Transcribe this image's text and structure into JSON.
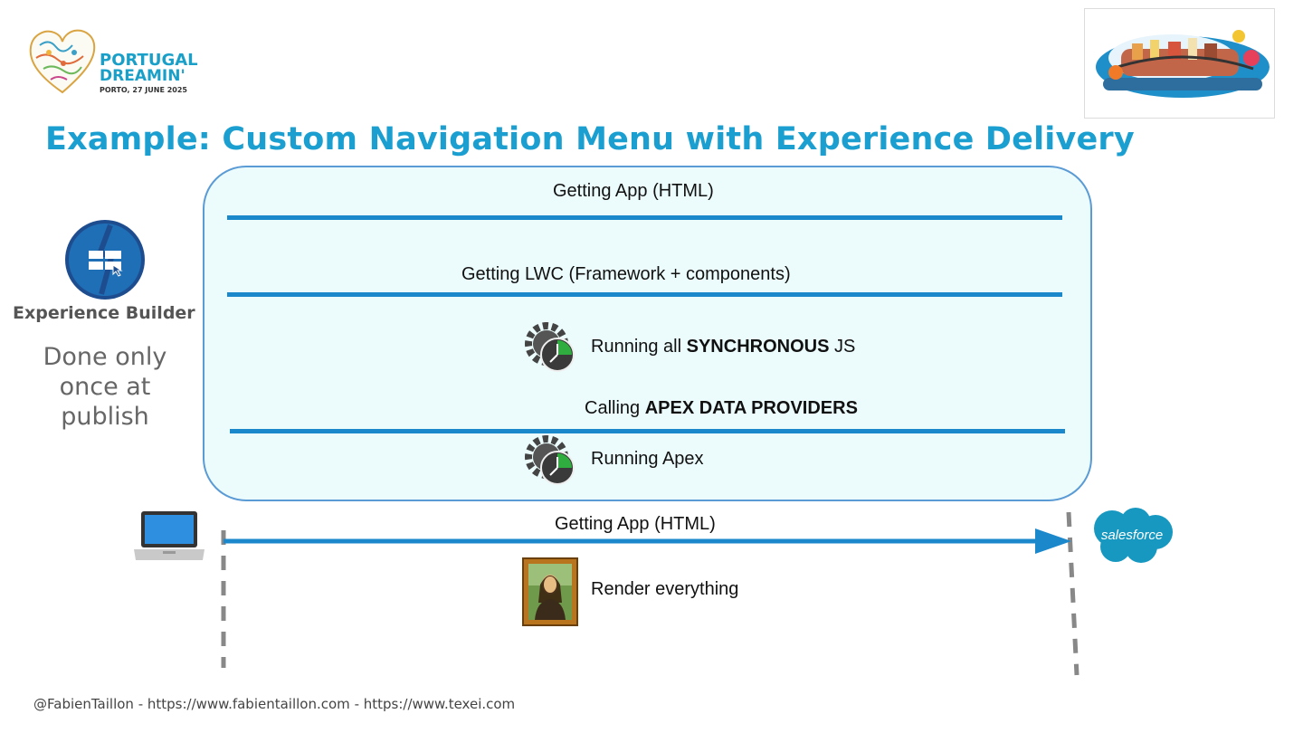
{
  "logo": {
    "line1": "PORTUGAL",
    "line2": "DREAMIN'",
    "date": "PORTO, 27 JUNE 2025"
  },
  "title": "Example: Custom Navigation Menu with Experience Delivery",
  "left": {
    "builder_label": "Experience Builder",
    "note": "Done only once at publish"
  },
  "steps": {
    "get_app_html": "Getting App (HTML)",
    "get_lwc": "Getting LWC (Framework + components)",
    "run_sync_prefix": "Running all ",
    "run_sync_bold": "SYNCHRONOUS",
    "run_sync_suffix": " JS",
    "call_apex_prefix": "Calling ",
    "call_apex_bold": "APEX DATA PROVIDERS",
    "run_apex": "Running Apex",
    "client_get_app": "Getting App (HTML)",
    "render": "Render everything"
  },
  "salesforce_label": "salesforce",
  "footer": "@FabienTaillon - https://www.fabientaillon.com - https://www.texei.com",
  "colors": {
    "title": "#1a9fd0",
    "line": "#1b88cc",
    "panel_border": "#5b9bd5",
    "panel_fill": "#ecfcfc",
    "salesforce": "#1798c1"
  }
}
